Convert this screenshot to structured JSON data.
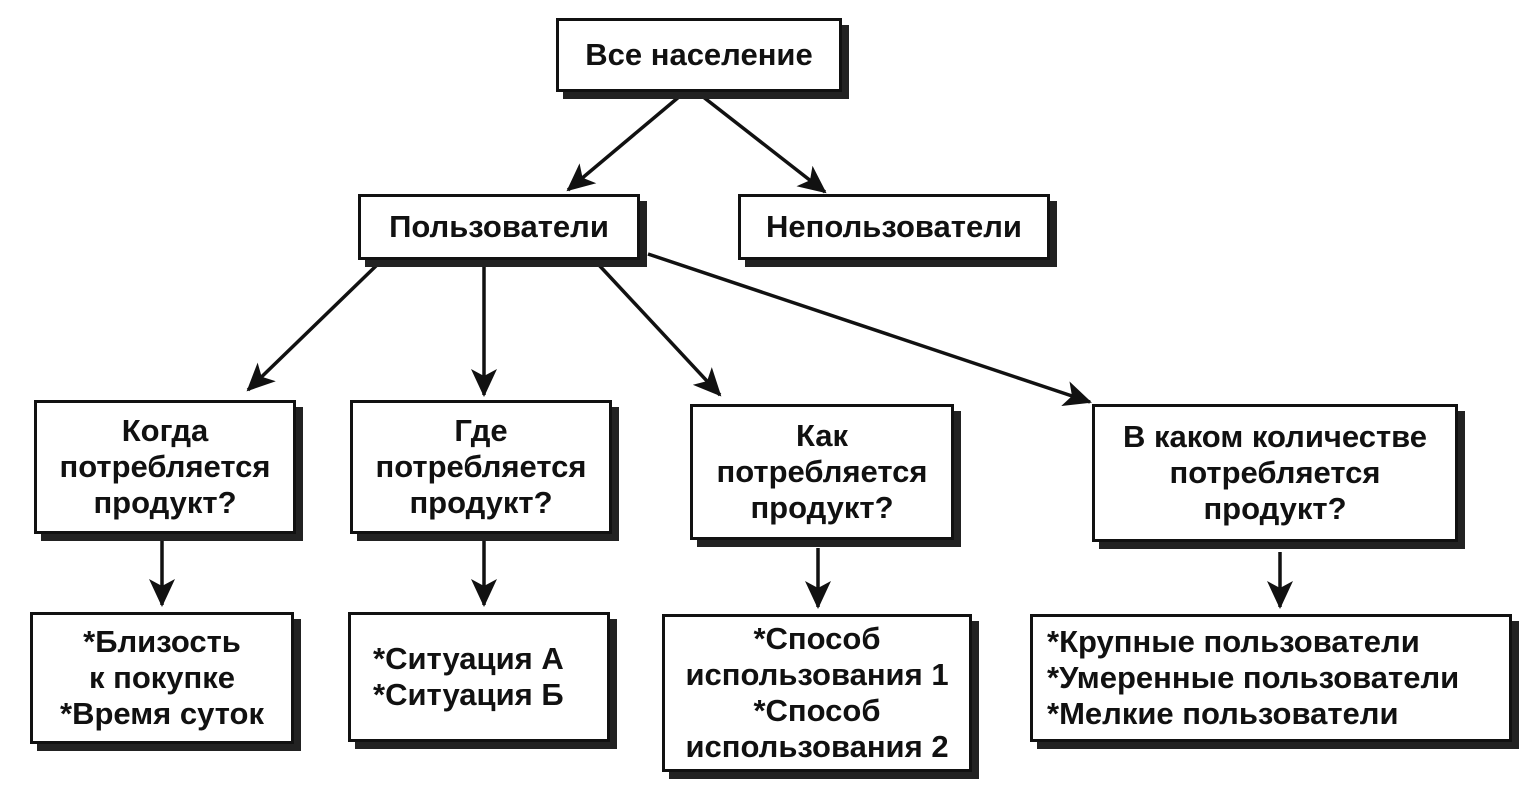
{
  "root": {
    "label": "Все население"
  },
  "level1": {
    "users": "Пользователи",
    "nonusers": "Непользователи"
  },
  "questions": [
    {
      "lines": [
        "Когда",
        "потребляется",
        "продукт?"
      ]
    },
    {
      "lines": [
        "Где",
        "потребляется",
        "продукт?"
      ]
    },
    {
      "lines": [
        "Как",
        "потребляется",
        "продукт?"
      ]
    },
    {
      "lines": [
        "В каком количестве",
        "потребляется",
        "продукт?"
      ]
    }
  ],
  "answers": [
    {
      "lines": [
        "*Близость",
        "к покупке",
        "*Время суток"
      ]
    },
    {
      "lines": [
        "*Ситуация А",
        "*Ситуация Б"
      ]
    },
    {
      "lines": [
        "*Способ",
        "использования 1",
        "*Способ",
        "использования 2"
      ]
    },
    {
      "lines": [
        "*Крупные пользователи",
        "*Умеренные пользователи",
        "*Мелкие пользователи"
      ]
    }
  ],
  "colors": {
    "ink": "#111111",
    "shadow": "#222222",
    "background": "#ffffff"
  }
}
